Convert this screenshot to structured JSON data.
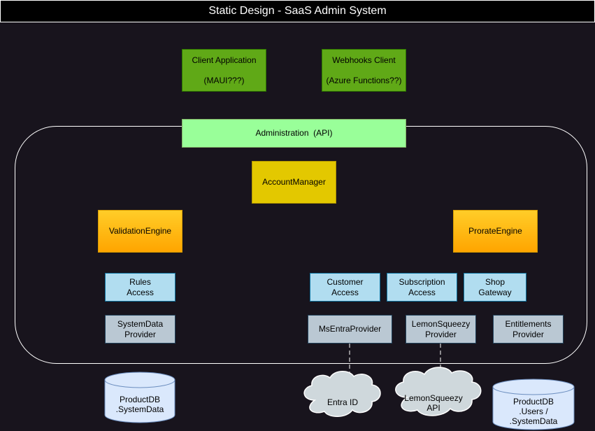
{
  "title": "Static Design - SaaS Admin System",
  "clients": {
    "client_app": {
      "line1": "Client Application",
      "line2": "(MAUI???)"
    },
    "webhooks_client": {
      "line1": "Webhooks Client",
      "line2": "(Azure Functions??)"
    }
  },
  "api": {
    "label": "Administration  (API)"
  },
  "manager": {
    "label": "AccountManager"
  },
  "engines": {
    "validation": "ValidationEngine",
    "prorate": "ProrateEngine"
  },
  "accessors": {
    "rules": {
      "line1": "Rules",
      "line2": "Access"
    },
    "customer": {
      "line1": "Customer",
      "line2": "Access"
    },
    "subscription": {
      "line1": "Subscription",
      "line2": "Access"
    },
    "shop": {
      "line1": "Shop",
      "line2": "Gateway"
    }
  },
  "providers": {
    "systemdata": {
      "line1": "SystemData",
      "line2": "Provider"
    },
    "msentra": {
      "line1": "MsEntraProvider"
    },
    "lemonsqueezy": {
      "line1": "LemonSqueezy",
      "line2": "Provider"
    },
    "entitlements": {
      "line1": "Entitlements",
      "line2": "Provider"
    }
  },
  "databases": {
    "productdb_systemdata": {
      "line1": "ProductDB",
      "line2": ".SystemData"
    },
    "productdb_users": {
      "line1": "ProductDB",
      "line2": ".Users /",
      "line3": ".SystemData"
    }
  },
  "clouds": {
    "entra_id": {
      "line1": "Entra ID"
    },
    "lemonsqueezy_api": {
      "line1": "LemonSqueezy",
      "line2": "API"
    }
  },
  "colors": {
    "background": "#18141d",
    "client_green": "#60a917",
    "api_green": "#99ff99",
    "manager_yellow": "#e3c800",
    "engine_orange": "#ffa500",
    "accessor_blue": "#b1ddf0",
    "resource_blue": "#dae8fc",
    "provider_gray": "#bac8d3",
    "cloud_gray": "#cfd8dc"
  }
}
